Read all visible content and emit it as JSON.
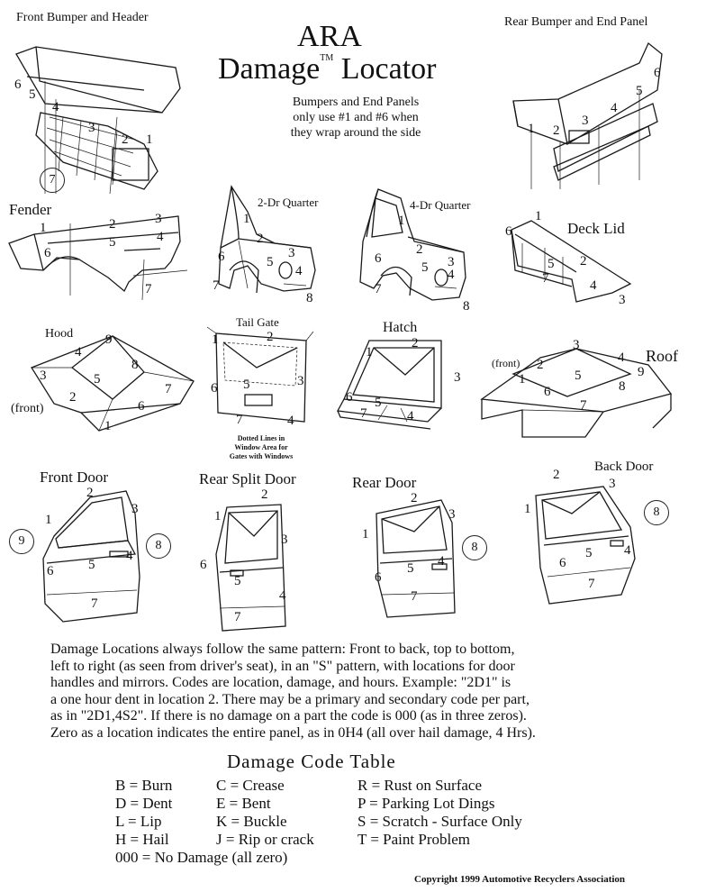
{
  "header": {
    "title": "ARA",
    "subtitle": "Damage",
    "subtitle_mark": "TM",
    "subtitle2": "Locator",
    "note_lines": [
      "Bumpers and End Panels",
      "only use #1 and #6 when",
      "they wrap around the side"
    ]
  },
  "panels": {
    "front_bumper": {
      "label": "Front Bumper and Header",
      "nums": [
        "6",
        "5",
        "4",
        "3",
        "2",
        "1",
        "7"
      ]
    },
    "rear_bumper": {
      "label": "Rear Bumper and End Panel",
      "nums": [
        "6",
        "5",
        "4",
        "3",
        "2",
        "1"
      ]
    },
    "fender": {
      "label": "Fender",
      "nums": [
        "1",
        "2",
        "3",
        "4",
        "5",
        "6",
        "7"
      ]
    },
    "quarter2": {
      "label": "2-Dr Quarter",
      "nums": [
        "1",
        "2",
        "3",
        "4",
        "5",
        "6",
        "7",
        "8"
      ]
    },
    "quarter4": {
      "label": "4-Dr Quarter",
      "nums": [
        "1",
        "2",
        "3",
        "4",
        "5",
        "6",
        "7",
        "8"
      ]
    },
    "decklid": {
      "label": "Deck Lid",
      "nums": [
        "1",
        "6",
        "5",
        "2",
        "7",
        "4",
        "3"
      ]
    },
    "hood": {
      "label": "Hood",
      "front": "(front)",
      "nums": [
        "9",
        "4",
        "3",
        "5",
        "8",
        "2",
        "7",
        "6",
        "1"
      ]
    },
    "tailgate": {
      "label": "Tail Gate",
      "nums": [
        "1",
        "2",
        "3",
        "5",
        "6",
        "7",
        "4"
      ],
      "note": [
        "Dotted Lines in",
        "Window Area for",
        "Gates with Windows"
      ]
    },
    "hatch": {
      "label": "Hatch",
      "nums": [
        "2",
        "1",
        "3",
        "5",
        "6",
        "7",
        "4"
      ]
    },
    "roof": {
      "label": "Roof",
      "front": "(front)",
      "nums": [
        "3",
        "4",
        "2",
        "5",
        "9",
        "1",
        "6",
        "8",
        "7"
      ]
    },
    "front_door": {
      "label": "Front Door",
      "nums": [
        "2",
        "1",
        "3",
        "9",
        "8",
        "6",
        "5",
        "4",
        "7"
      ]
    },
    "rear_split_door": {
      "label": "Rear Split Door",
      "nums": [
        "2",
        "1",
        "3",
        "6",
        "5",
        "4",
        "7"
      ]
    },
    "rear_door": {
      "label": "Rear Door",
      "nums": [
        "2",
        "3",
        "1",
        "8",
        "6",
        "5",
        "4",
        "7"
      ]
    },
    "back_door": {
      "label": "Back Door",
      "nums": [
        "2",
        "3",
        "1",
        "8",
        "6",
        "5",
        "4",
        "7"
      ]
    }
  },
  "description": [
    "Damage Locations always follow the same pattern:  Front to back, top to bottom,",
    "left to right (as seen from driver's seat), in an \"S\" pattern, with locations for door",
    "handles and mirrors.  Codes are location, damage, and hours.  Example: \"2D1\" is",
    "a one hour dent in location 2.  There may be a primary and secondary code per part,",
    "as in  \"2D1,4S2\".  If there is no damage on a part the code is 000 (as in three zeros).",
    "Zero as a location indicates the entire panel, as in 0H4 (all over hail damage, 4 Hrs)."
  ],
  "code_table": {
    "title": "Damage Code Table",
    "col1": [
      "B = Burn",
      "D = Dent",
      "L = Lip",
      "H = Hail"
    ],
    "col2": [
      "C = Crease",
      "E = Bent",
      "K = Buckle",
      "J = Rip or crack"
    ],
    "col3": [
      "R = Rust on Surface",
      "P = Parking Lot Dings",
      "S = Scratch - Surface Only",
      "T = Paint Problem"
    ],
    "footer": "000 = No Damage (all zero)"
  },
  "copyright": "Copyright 1999 Automotive Recyclers Association"
}
